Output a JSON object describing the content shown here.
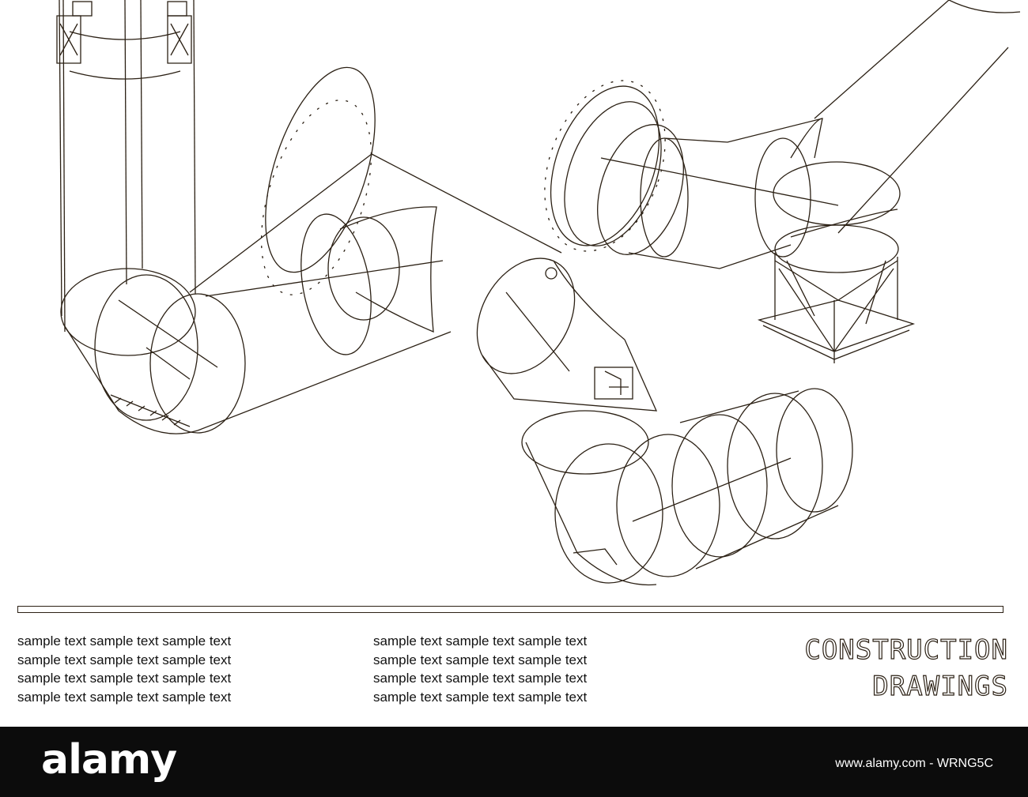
{
  "sample_text": {
    "left_column": [
      "sample text sample text sample text",
      "sample text sample text sample text",
      "sample text sample text sample text",
      "sample text sample text sample text"
    ],
    "middle_column": [
      "sample text sample text sample text",
      "sample text sample text sample text",
      "sample text sample text sample text",
      "sample text sample text sample text"
    ]
  },
  "title": {
    "line1": "CONSTRUCTION",
    "line2": "DRAWINGS"
  },
  "footer": {
    "logo": "alamy",
    "image_id": "www.alamy.com - WRNG5C"
  },
  "colors": {
    "line": "#2b2014",
    "background": "#ffffff",
    "footer_bar": "#0c0c0c"
  }
}
